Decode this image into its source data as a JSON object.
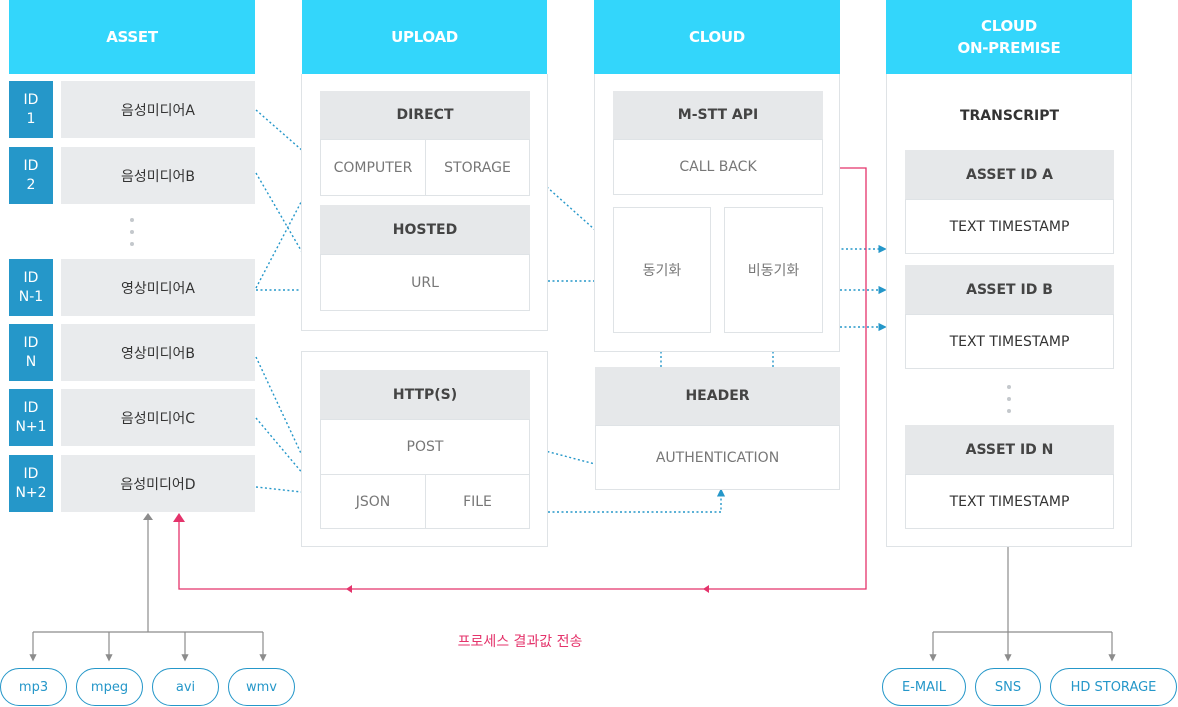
{
  "headers": {
    "asset": "ASSET",
    "upload": "UPLOAD",
    "cloud": "CLOUD",
    "onprem_line1": "CLOUD",
    "onprem_line2": "ON-PREMISE"
  },
  "assets": [
    {
      "id_line1": "ID",
      "id_line2": "1",
      "media": "음성미디어A"
    },
    {
      "id_line1": "ID",
      "id_line2": "2",
      "media": "음성미디어B"
    },
    {
      "id_line1": "ID",
      "id_line2": "N-1",
      "media": "영상미디어A"
    },
    {
      "id_line1": "ID",
      "id_line2": "N",
      "media": "영상미디어B"
    },
    {
      "id_line1": "ID",
      "id_line2": "N+1",
      "media": "음성미디어C"
    },
    {
      "id_line1": "ID",
      "id_line2": "N+2",
      "media": "음성미디어D"
    }
  ],
  "upload": {
    "direct": "DIRECT",
    "computer": "COMPUTER",
    "storage": "STORAGE",
    "hosted": "HOSTED",
    "url": "URL",
    "https": "HTTP(S)",
    "post": "POST",
    "json": "JSON",
    "file": "FILE"
  },
  "cloud": {
    "api": "M-STT API",
    "callback": "CALL BACK",
    "sync": "동기화",
    "async": "비동기화",
    "header": "HEADER",
    "auth": "AUTHENTICATION"
  },
  "onprem": {
    "transcript": "TRANSCRIPT",
    "items": [
      {
        "title": "ASSET ID A",
        "body": "TEXT TIMESTAMP"
      },
      {
        "title": "ASSET ID B",
        "body": "TEXT TIMESTAMP"
      },
      {
        "title": "ASSET ID N",
        "body": "TEXT TIMESTAMP"
      }
    ]
  },
  "result_label": "프로세스 결과값 전송",
  "formats": [
    "mp3",
    "mpeg",
    "avi",
    "wmv"
  ],
  "outputs": [
    "E-MAIL",
    "SNS",
    "HD STORAGE"
  ],
  "colors": {
    "header": "#33d6fb",
    "id_box": "#2597c9",
    "connector": "#2597c9",
    "result": "#e4336b",
    "line_gray": "#9a9a9a"
  }
}
